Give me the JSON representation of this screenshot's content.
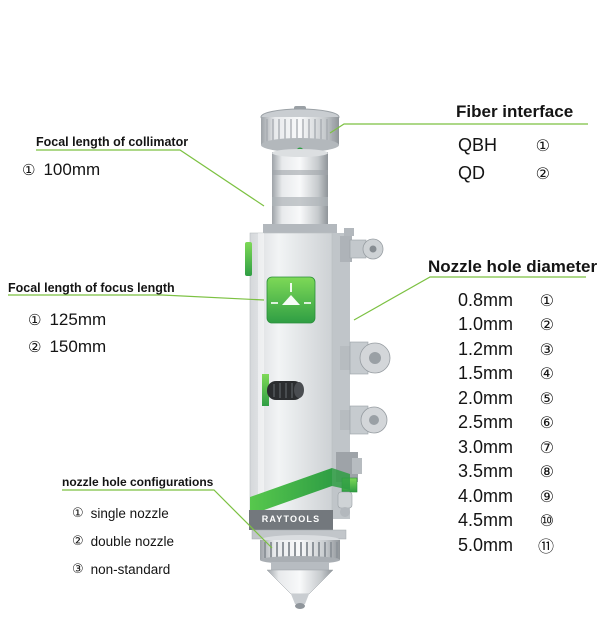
{
  "device": {
    "brand": "RAYTOOLS"
  },
  "fiber_interface": {
    "title": "Fiber interface",
    "items": [
      {
        "label": "QBH",
        "num": "①"
      },
      {
        "label": "QD",
        "num": "②"
      }
    ]
  },
  "collimator": {
    "title": "Focal length of collimator",
    "items": [
      {
        "num": "①",
        "label": "100mm"
      }
    ]
  },
  "focus_length": {
    "title": "Focal length of focus length",
    "items": [
      {
        "num": "①",
        "label": "125mm"
      },
      {
        "num": "②",
        "label": "150mm"
      }
    ]
  },
  "nozzle_config": {
    "title": "nozzle hole configurations",
    "items": [
      {
        "num": "①",
        "label": "single nozzle"
      },
      {
        "num": "②",
        "label": "double nozzle"
      },
      {
        "num": "③",
        "label": "non-standard"
      }
    ]
  },
  "nozzle_diameter": {
    "title": "Nozzle hole diameter",
    "items": [
      {
        "label": "0.8mm",
        "num": "①"
      },
      {
        "label": "1.0mm",
        "num": "②"
      },
      {
        "label": "1.2mm",
        "num": "③"
      },
      {
        "label": "1.5mm",
        "num": "④"
      },
      {
        "label": "2.0mm",
        "num": "⑤"
      },
      {
        "label": "2.5mm",
        "num": "⑥"
      },
      {
        "label": "3.0mm",
        "num": "⑦"
      },
      {
        "label": "3.5mm",
        "num": "⑧"
      },
      {
        "label": "4.0mm",
        "num": "⑨"
      },
      {
        "label": "4.5mm",
        "num": "⑩"
      },
      {
        "label": "5.0mm",
        "num": "⑪"
      }
    ]
  },
  "colors": {
    "accent_green": "#3db54a",
    "line_green": "#7cc142"
  }
}
